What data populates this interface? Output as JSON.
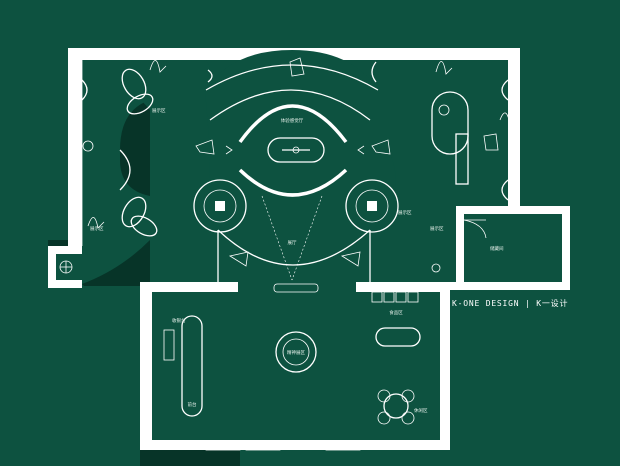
{
  "brand": {
    "text": "K-ONE  DESIGN  |  K一设计"
  },
  "rooms": {
    "experience_hall": "体验感觉厅",
    "hall": "展厅",
    "storage": "储藏间",
    "snack_area": "食品区",
    "featured_display": "精神展区",
    "front_desk": "前台",
    "lounge": "休闲区",
    "cashier": "收银台",
    "display_left_top": "展示区",
    "display_left_bottom": "展示区",
    "display_right": "展示区",
    "display_right_bottom": "展示区"
  },
  "colors": {
    "background": "#0d5240",
    "shadow": "#073428",
    "wall": "#ffffff"
  }
}
